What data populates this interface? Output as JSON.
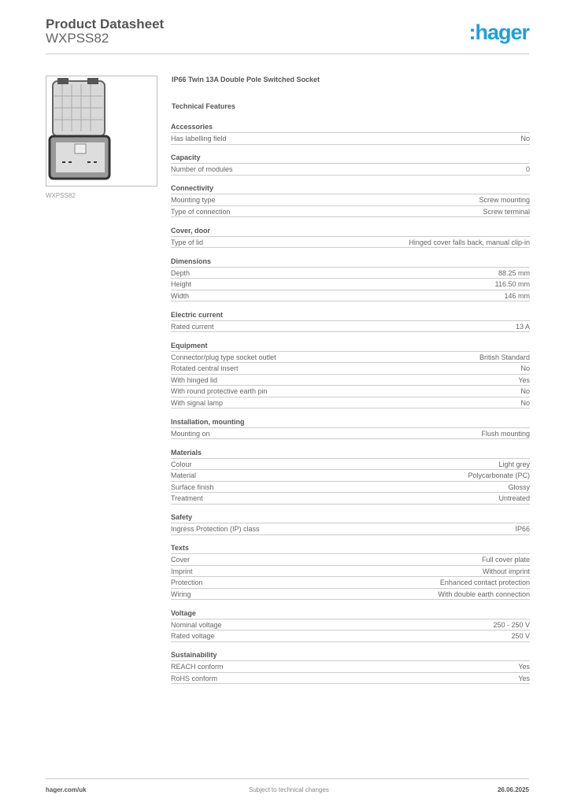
{
  "header": {
    "title": "Product Datasheet",
    "subtitle": "WXPSS82",
    "logo": ":hager",
    "brand_color": "#1ea0dc"
  },
  "product": {
    "image_caption": "WXPSS82",
    "name": "IP66 Twin 13A Double Pole Switched Socket",
    "section_title": "Technical Features"
  },
  "groups": [
    {
      "title": "Accessories",
      "rows": [
        [
          "Has labelling field",
          "No"
        ]
      ]
    },
    {
      "title": "Capacity",
      "rows": [
        [
          "Number of modules",
          "0"
        ]
      ]
    },
    {
      "title": "Connectivity",
      "rows": [
        [
          "Mounting type",
          "Screw mounting"
        ],
        [
          "Type of connection",
          "Screw terminal"
        ]
      ]
    },
    {
      "title": "Cover, door",
      "rows": [
        [
          "Type of lid",
          "Hinged cover falls back, manual clip-in"
        ]
      ]
    },
    {
      "title": "Dimensions",
      "rows": [
        [
          "Depth",
          "88.25 mm"
        ],
        [
          "Height",
          "116.50 mm"
        ],
        [
          "Width",
          "146 mm"
        ]
      ]
    },
    {
      "title": "Electric current",
      "rows": [
        [
          "Rated current",
          "13 A"
        ]
      ]
    },
    {
      "title": "Equipment",
      "rows": [
        [
          "Connector/plug type socket outlet",
          "British Standard"
        ],
        [
          "Rotated central insert",
          "No"
        ],
        [
          "With hinged lid",
          "Yes"
        ],
        [
          "With round protective earth pin",
          "No"
        ],
        [
          "With signal lamp",
          "No"
        ]
      ]
    },
    {
      "title": "Installation, mounting",
      "rows": [
        [
          "Mounting on",
          "Flush mounting"
        ]
      ]
    },
    {
      "title": "Materials",
      "rows": [
        [
          "Colour",
          "Light grey"
        ],
        [
          "Material",
          "Polycarbonate (PC)"
        ],
        [
          "Surface finish",
          "Glossy"
        ],
        [
          "Treatment",
          "Untreated"
        ]
      ]
    },
    {
      "title": "Safety",
      "rows": [
        [
          "Ingress Protection (IP) class",
          "IP66"
        ]
      ]
    },
    {
      "title": "Texts",
      "rows": [
        [
          "Cover",
          "Full cover plate"
        ],
        [
          "Imprint",
          "Without imprint"
        ],
        [
          "Protection",
          "Enhanced contact protection"
        ],
        [
          "Wiring",
          "With double earth connection"
        ]
      ]
    },
    {
      "title": "Voltage",
      "rows": [
        [
          "Nominal voltage",
          "250 - 250 V"
        ],
        [
          "Rated voltage",
          "250 V"
        ]
      ]
    },
    {
      "title": "Sustainability",
      "rows": [
        [
          "REACH conform",
          "Yes"
        ],
        [
          "RoHS conform",
          "Yes"
        ]
      ]
    }
  ],
  "footer": {
    "website": "hager.com/uk",
    "note": "Subject to technical changes",
    "date": "26.06.2025"
  }
}
